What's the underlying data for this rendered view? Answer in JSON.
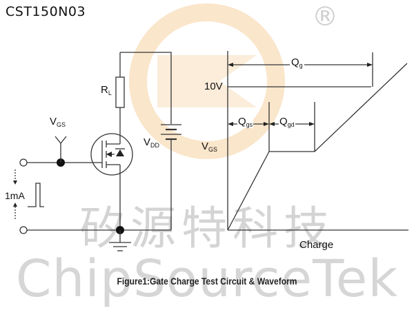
{
  "header": {
    "part_number": "CST150N03"
  },
  "watermark": {
    "chinese_text": "矽源特科技",
    "english_text": "ChipSourceTek",
    "registered_mark": "®"
  },
  "circuit": {
    "rl_label": {
      "main": "R",
      "sub": "L"
    },
    "vgs_label": {
      "main": "V",
      "sub": "GS"
    },
    "vdd_label": {
      "main": "V",
      "sub": "DD"
    },
    "current_label": "1mA"
  },
  "waveform": {
    "qg_label": {
      "main": "Q",
      "sub": "g"
    },
    "v10_label": "10V",
    "qgs_label": {
      "main": "Q",
      "sub": "gs"
    },
    "qgd_label": {
      "main": "Q",
      "sub": "gd"
    },
    "vgs_axis_label": {
      "main": "V",
      "sub": "GS"
    },
    "charge_label": "Charge"
  },
  "caption": "Figure1:Gate Charge Test Circuit & Waveform",
  "colors": {
    "line": "#333333",
    "logo_orange": "#f3b66a",
    "watermark_gray": "#d4d4d4"
  }
}
